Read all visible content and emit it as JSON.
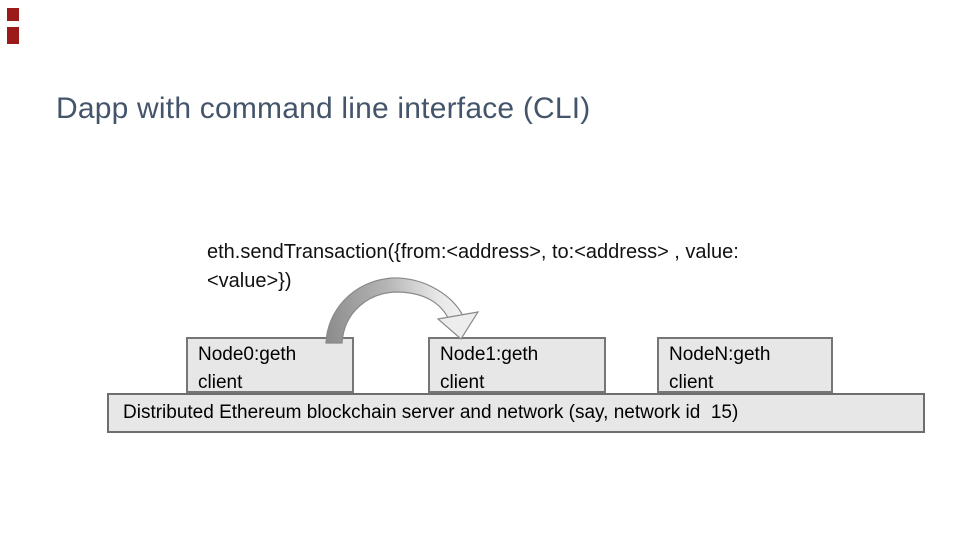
{
  "slide": {
    "title": "Dapp with command line interface (CLI)",
    "code": {
      "line1": "eth.sendTransaction({from:<address>, to:<address> , value:",
      "line2": "<value>})"
    },
    "nodes": [
      {
        "name": "Node0:geth",
        "sub": "client"
      },
      {
        "name": "Node1:geth",
        "sub": "client"
      },
      {
        "name": "NodeN:geth",
        "sub": "client"
      }
    ],
    "network_bar_label": "Distributed Ethereum blockchain server and network (say, network id  15)",
    "colors": {
      "title_text": "#44546A",
      "accent_red": "#9b1b1b",
      "box_fill": "#e7e7e7",
      "box_border": "#767676",
      "arrow_dark": "#8c8c8c",
      "arrow_light": "#f4f4f4",
      "arrow_outline": "#8a8a8a"
    }
  }
}
